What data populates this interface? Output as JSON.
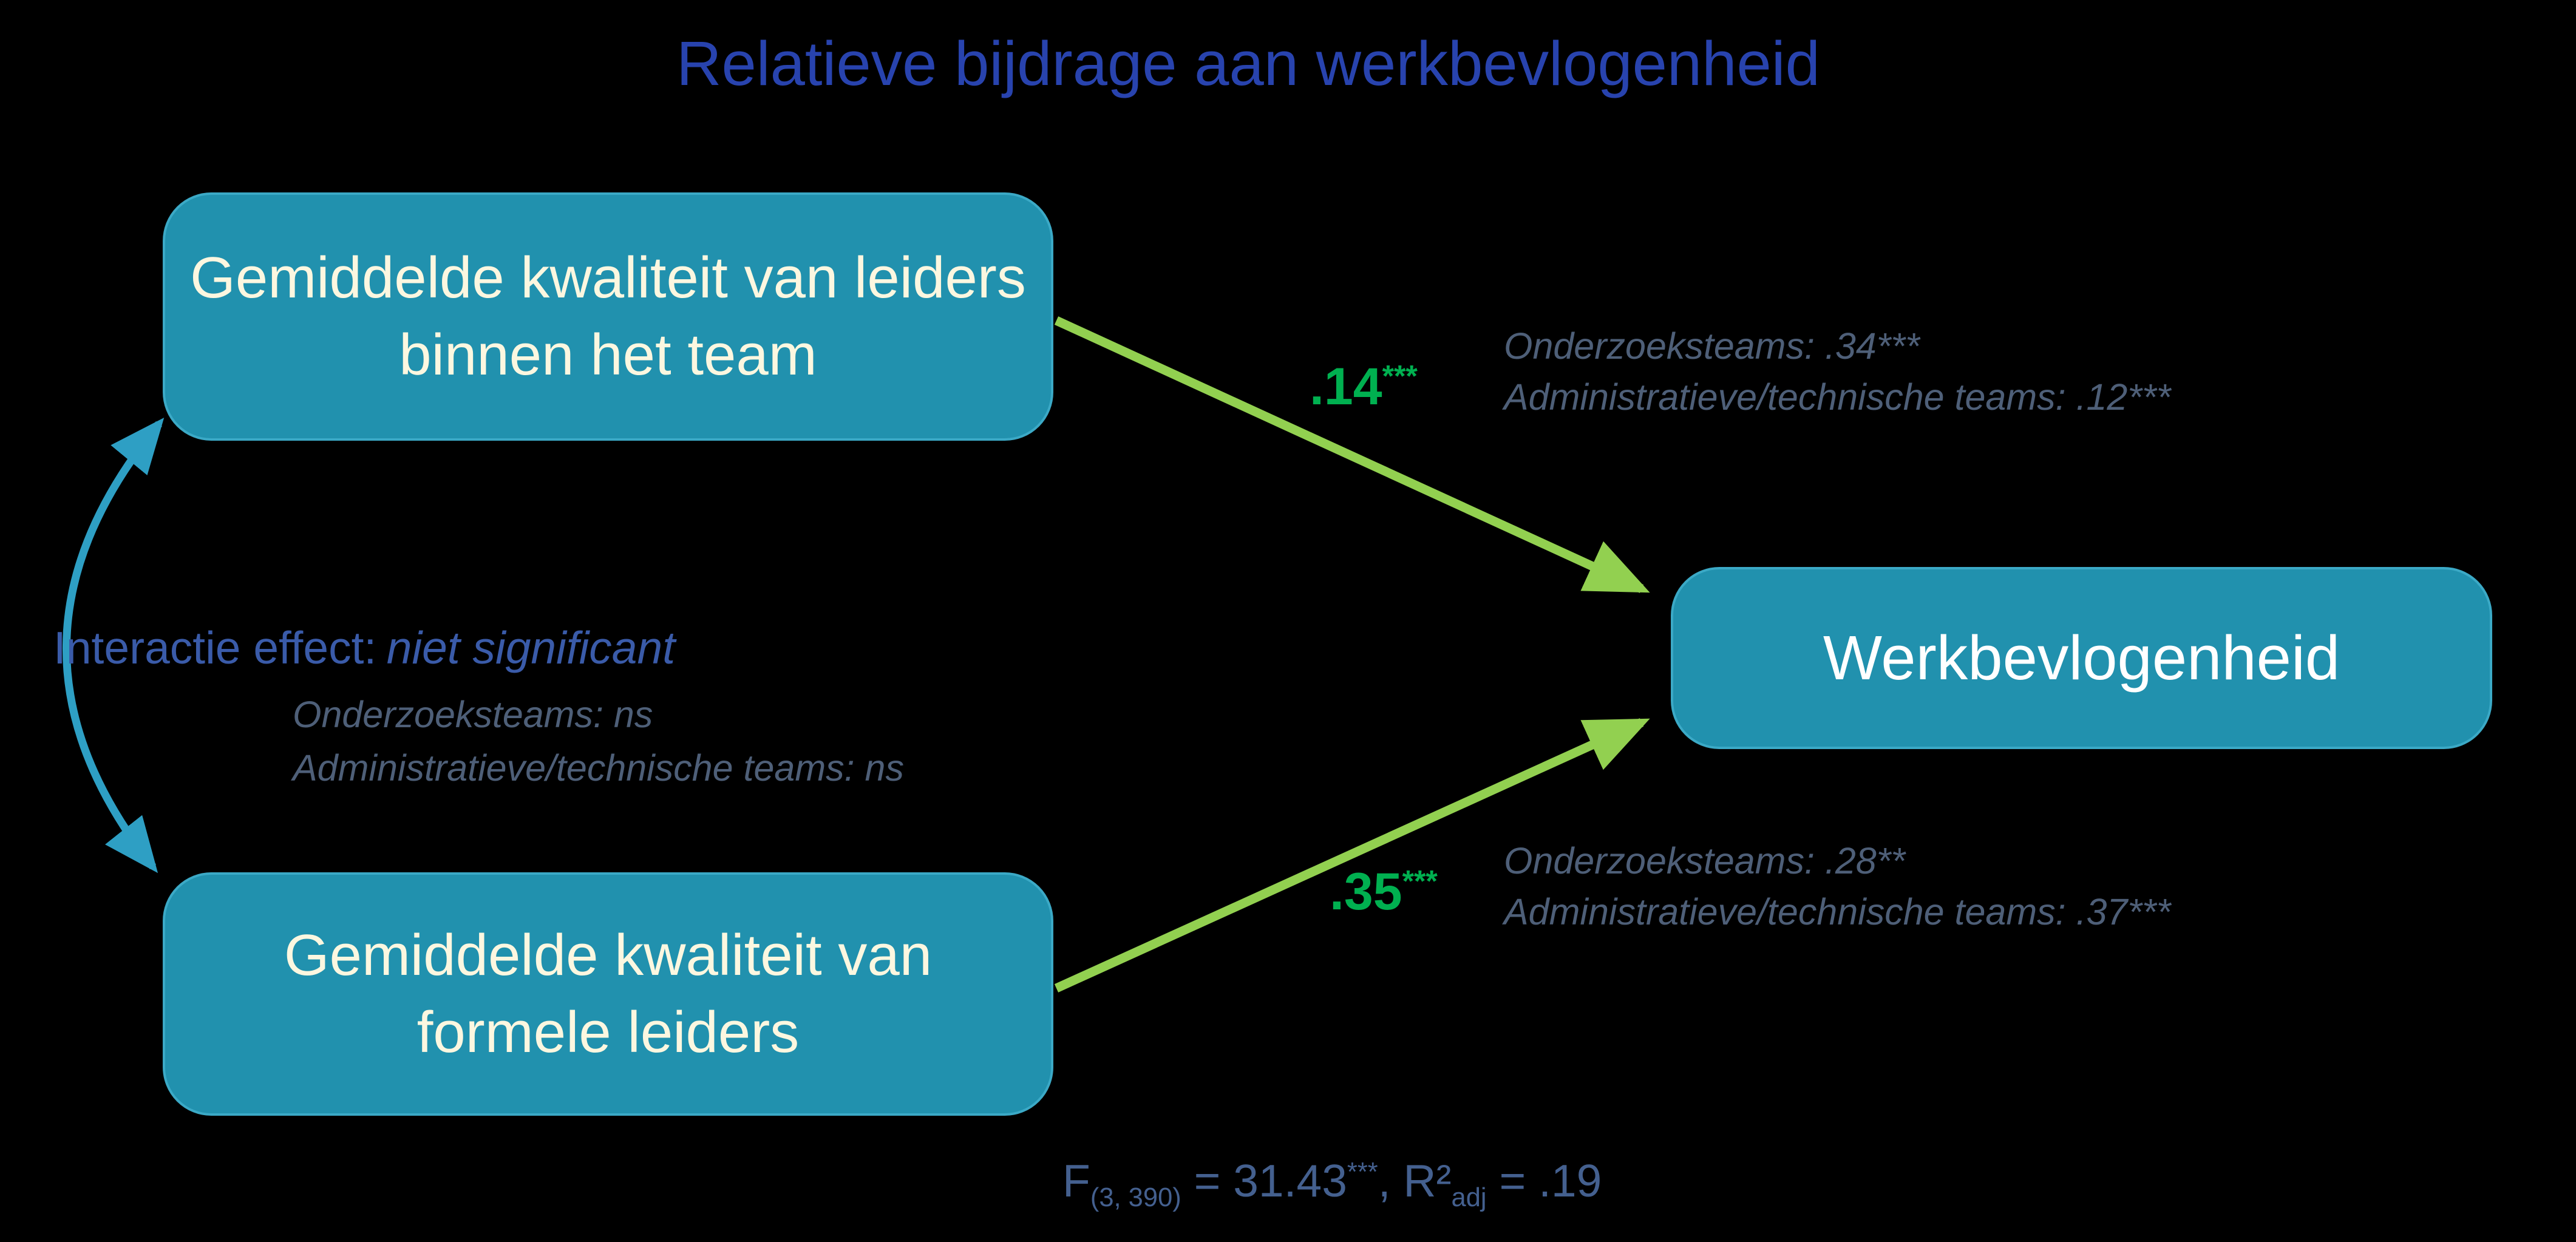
{
  "title": "Relatieve bijdrage aan werkbevlogenheid",
  "boxes": {
    "predictor_top": "Gemiddelde kwaliteit van leiders binnen het team",
    "predictor_bottom": "Gemiddelde kwaliteit van formele leiders",
    "outcome": "Werkbevlogenheid"
  },
  "path_top": {
    "coefficient": ".14",
    "stars": "***",
    "subgroup_1": "Onderzoeksteams: .34***",
    "subgroup_2": "Administratieve/technische teams: .12***"
  },
  "path_bottom": {
    "coefficient": ".35",
    "stars": "***",
    "subgroup_1": "Onderzoeksteams: .28**",
    "subgroup_2": "Administratieve/technische teams: .37***"
  },
  "interaction": {
    "label": "Interactie effect:",
    "value": "niet significant",
    "subgroup_1": "Onderzoeksteams: ns",
    "subgroup_2": "Administratieve/technische teams: ns"
  },
  "model_fit": {
    "f": "F",
    "f_sub": "(3, 390)",
    "eq1": " = 31.43",
    "stars": "***",
    "r2": ", R²",
    "r2_sub": "adj",
    "eq2": " = .19"
  },
  "colors": {
    "background": "#000000",
    "box_fill": "#2191AE",
    "box_border": "#3BA9C6",
    "box_text": "#FCF7E0",
    "outcome_text": "#FFFFFF",
    "title_blue": "#2843AE",
    "arrow_green": "#92D050",
    "coefficient_green": "#00B050",
    "correlation_teal": "#2E9FC4",
    "annotation_gray": "#4E5F78",
    "interaction_blue": "#3A5BA9",
    "model_fit_blue": "#44608F"
  }
}
